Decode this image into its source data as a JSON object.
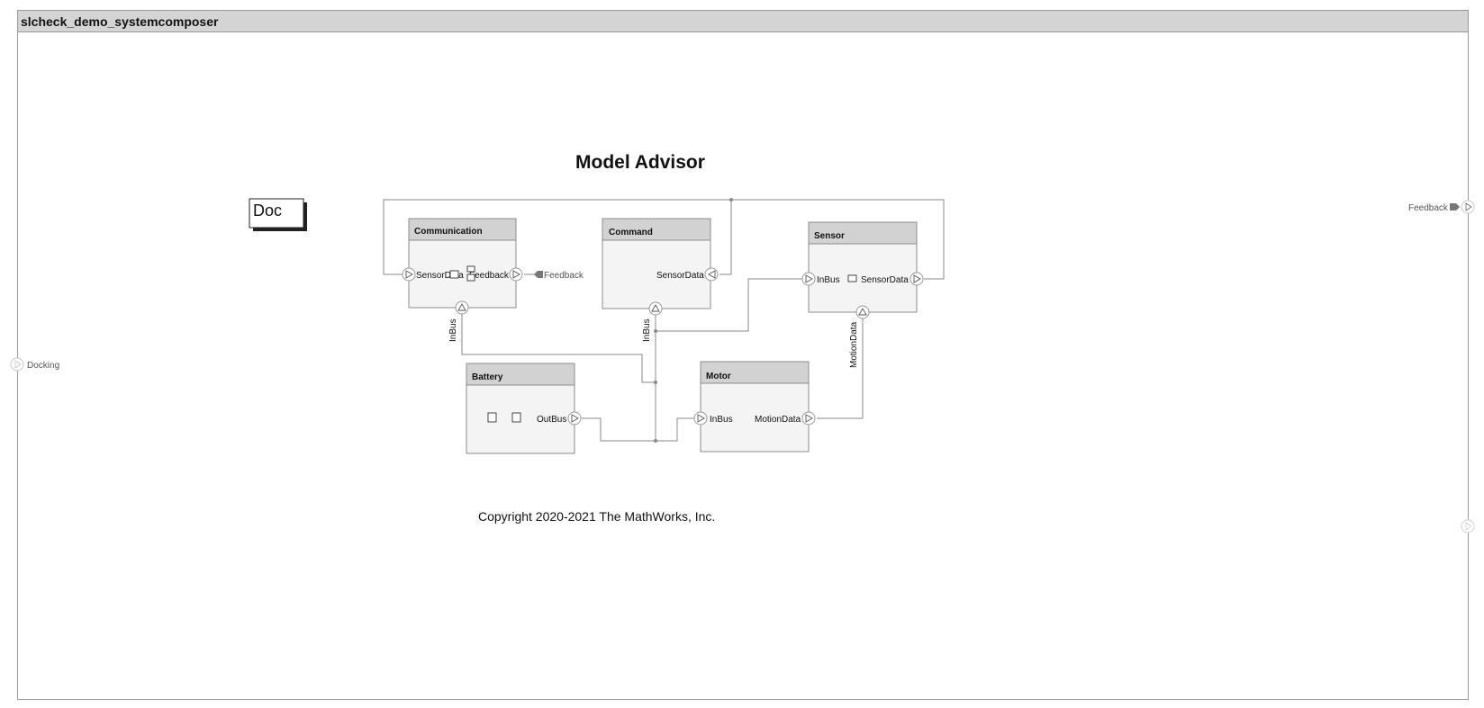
{
  "window": {
    "title": "slcheck_demo_systemcomposer"
  },
  "diagram": {
    "heading": "Model Advisor",
    "copyright": "Copyright 2020-2021 The MathWorks, Inc.",
    "doc_block": "Doc",
    "external_ports": {
      "left": "Docking",
      "right_top": "Feedback"
    },
    "components": {
      "communication": {
        "name": "Communication",
        "ports": [
          "SensorData",
          "Feedback"
        ],
        "inbus": "InBus",
        "feedback_tag": "Feedback"
      },
      "command": {
        "name": "Command",
        "ports": [
          "SensorData"
        ],
        "inbus": "InBus"
      },
      "sensor": {
        "name": "Sensor",
        "ports": [
          "InBus",
          "SensorData"
        ],
        "motion": "MotionData"
      },
      "battery": {
        "name": "Battery",
        "ports": [
          "OutBus"
        ]
      },
      "motor": {
        "name": "Motor",
        "ports": [
          "InBus",
          "MotionData"
        ]
      }
    }
  }
}
